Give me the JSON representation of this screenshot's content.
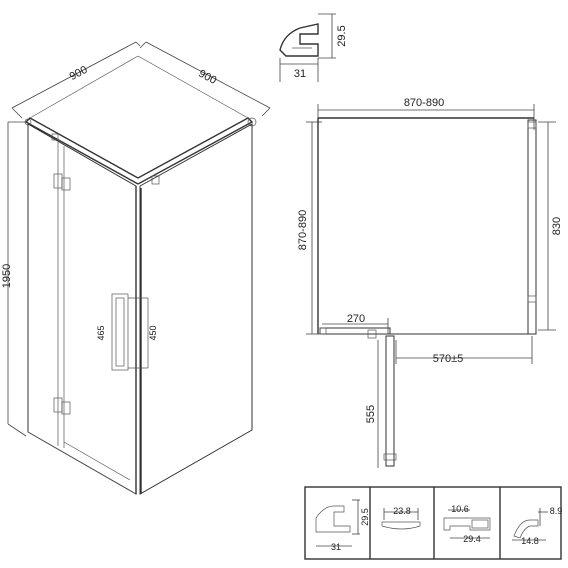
{
  "iso": {
    "width_left": "900",
    "width_right": "900",
    "height": "1950",
    "handle_outer": "465",
    "handle_inner": "450"
  },
  "profile_top": {
    "height": "29.5",
    "width": "31"
  },
  "plan": {
    "overall_width": "870-890",
    "overall_depth": "870-890",
    "side_panel": "830",
    "fixed_panel": "270",
    "door_opening": "570±5",
    "door_swing": "555"
  },
  "profiles": [
    {
      "a": "29.5",
      "b": "31"
    },
    {
      "a": "23.8"
    },
    {
      "a": "10.6",
      "b": "29.4"
    },
    {
      "a": "8.9",
      "b": "14.8"
    }
  ]
}
